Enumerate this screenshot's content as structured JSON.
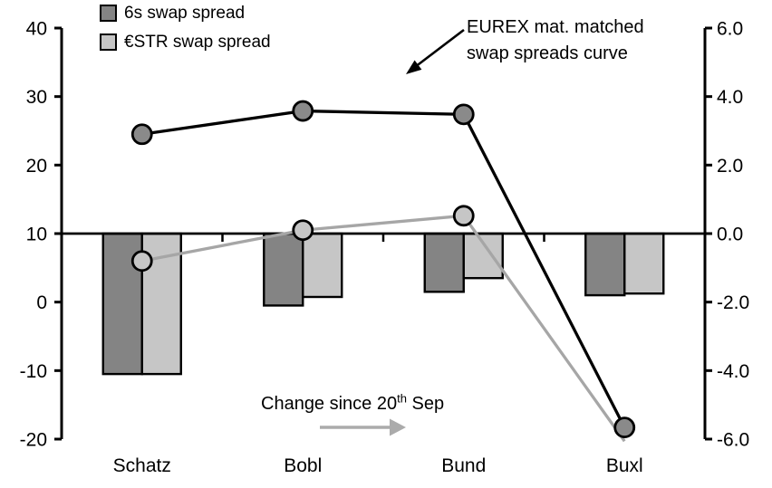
{
  "legend": {
    "items": [
      {
        "label": "6s swap spread",
        "swatch": "bar_dark"
      },
      {
        "label": "€STR swap spread",
        "swatch": "bar_light"
      }
    ]
  },
  "annotations": {
    "curve_note": {
      "line1": "EUREX mat. matched",
      "line2": "swap spreads curve"
    },
    "change_note": {
      "prefix": "Change since 20",
      "sup": "th",
      "suffix": " Sep"
    }
  },
  "colors": {
    "bar_dark": "#848484",
    "bar_light": "#c6c6c6",
    "marker_dark": "#8a8a8a",
    "marker_light": "#c6c6c6",
    "line_black": "#000000",
    "line_gray": "#a6a6a6",
    "arrow_black": "#000000",
    "arrow_gray": "#ababab",
    "axis": "#000000"
  },
  "chart_data": {
    "type": "bar+line combo",
    "categories": [
      "Schatz",
      "Bobl",
      "Bund",
      "Buxl"
    ],
    "left_axis": {
      "tick_labels": [
        "40",
        "30",
        "20",
        "10",
        "0",
        "-10",
        "-20"
      ],
      "tick_values": [
        40,
        30,
        20,
        10,
        0,
        -10,
        -20
      ],
      "range": [
        -20,
        40
      ],
      "applies_to": "lines (swap spread level, bp)"
    },
    "right_axis": {
      "tick_labels": [
        "6.0",
        "4.0",
        "2.0",
        "0.0",
        "-2.0",
        "-4.0",
        "-6.0"
      ],
      "tick_values": [
        6,
        4,
        2,
        0,
        -2,
        -4,
        -6
      ],
      "range": [
        -6,
        6
      ],
      "applies_to": "bars (change since 20th Sep)"
    },
    "zero_line_left_value": 10,
    "grid": false,
    "series": [
      {
        "name": "6s swap spread (change since 20th Sep)",
        "type": "bar",
        "axis": "right",
        "color_key": "bar_dark",
        "values": [
          -4.1,
          -2.1,
          -1.7,
          -1.8
        ]
      },
      {
        "name": "€STR swap spread (change since 20th Sep)",
        "type": "bar",
        "axis": "right",
        "color_key": "bar_light",
        "values": [
          -4.1,
          -1.85,
          -1.3,
          -1.75
        ]
      },
      {
        "name": "€STR mat. matched swap spread curve",
        "type": "line",
        "axis": "left",
        "line_color_key": "line_gray",
        "marker_color_key": "marker_light",
        "values": [
          6,
          10.5,
          12.6,
          -20.3
        ],
        "markers": [
          true,
          true,
          true,
          false
        ]
      },
      {
        "name": "6s mat. matched swap spread curve",
        "type": "line",
        "axis": "left",
        "line_color_key": "line_black",
        "marker_color_key": "marker_dark",
        "values": [
          24.5,
          27.9,
          27.4,
          -18.3
        ],
        "markers": [
          true,
          true,
          true,
          true
        ]
      }
    ]
  }
}
